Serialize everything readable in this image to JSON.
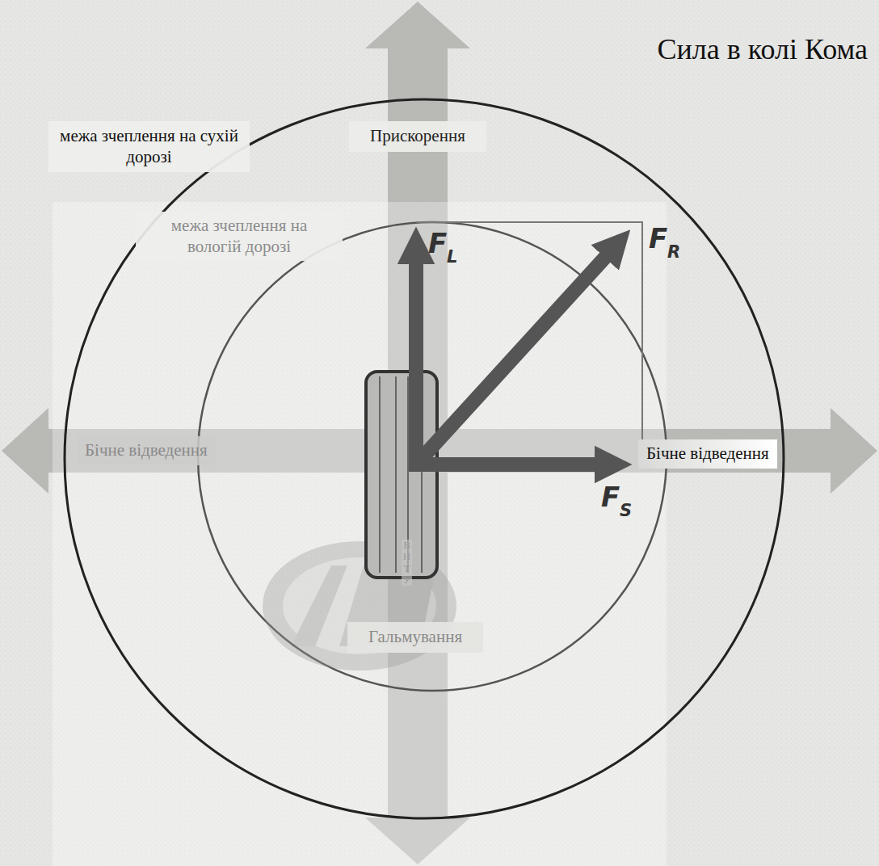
{
  "diagram": {
    "title": "Сила в колі Кома",
    "nodes": [
      {
        "text": [
          "межа зчеплення на сухій дорозі"
        ]
      },
      {
        "text": [
          "Прискорення"
        ]
      },
      {
        "text": [
          "межа зчеплення на вологій дорозі"
        ]
      },
      {
        "text": [
          "Бічне відведення"
        ]
      },
      {
        "text": [
          "Бічне відведення"
        ]
      },
      {
        "text": [
          "Гальмування"
        ]
      }
    ],
    "labels": [
      "F",
      "L",
      "F",
      "R",
      "F",
      "S",
      "ВНТУ"
    ]
  }
}
